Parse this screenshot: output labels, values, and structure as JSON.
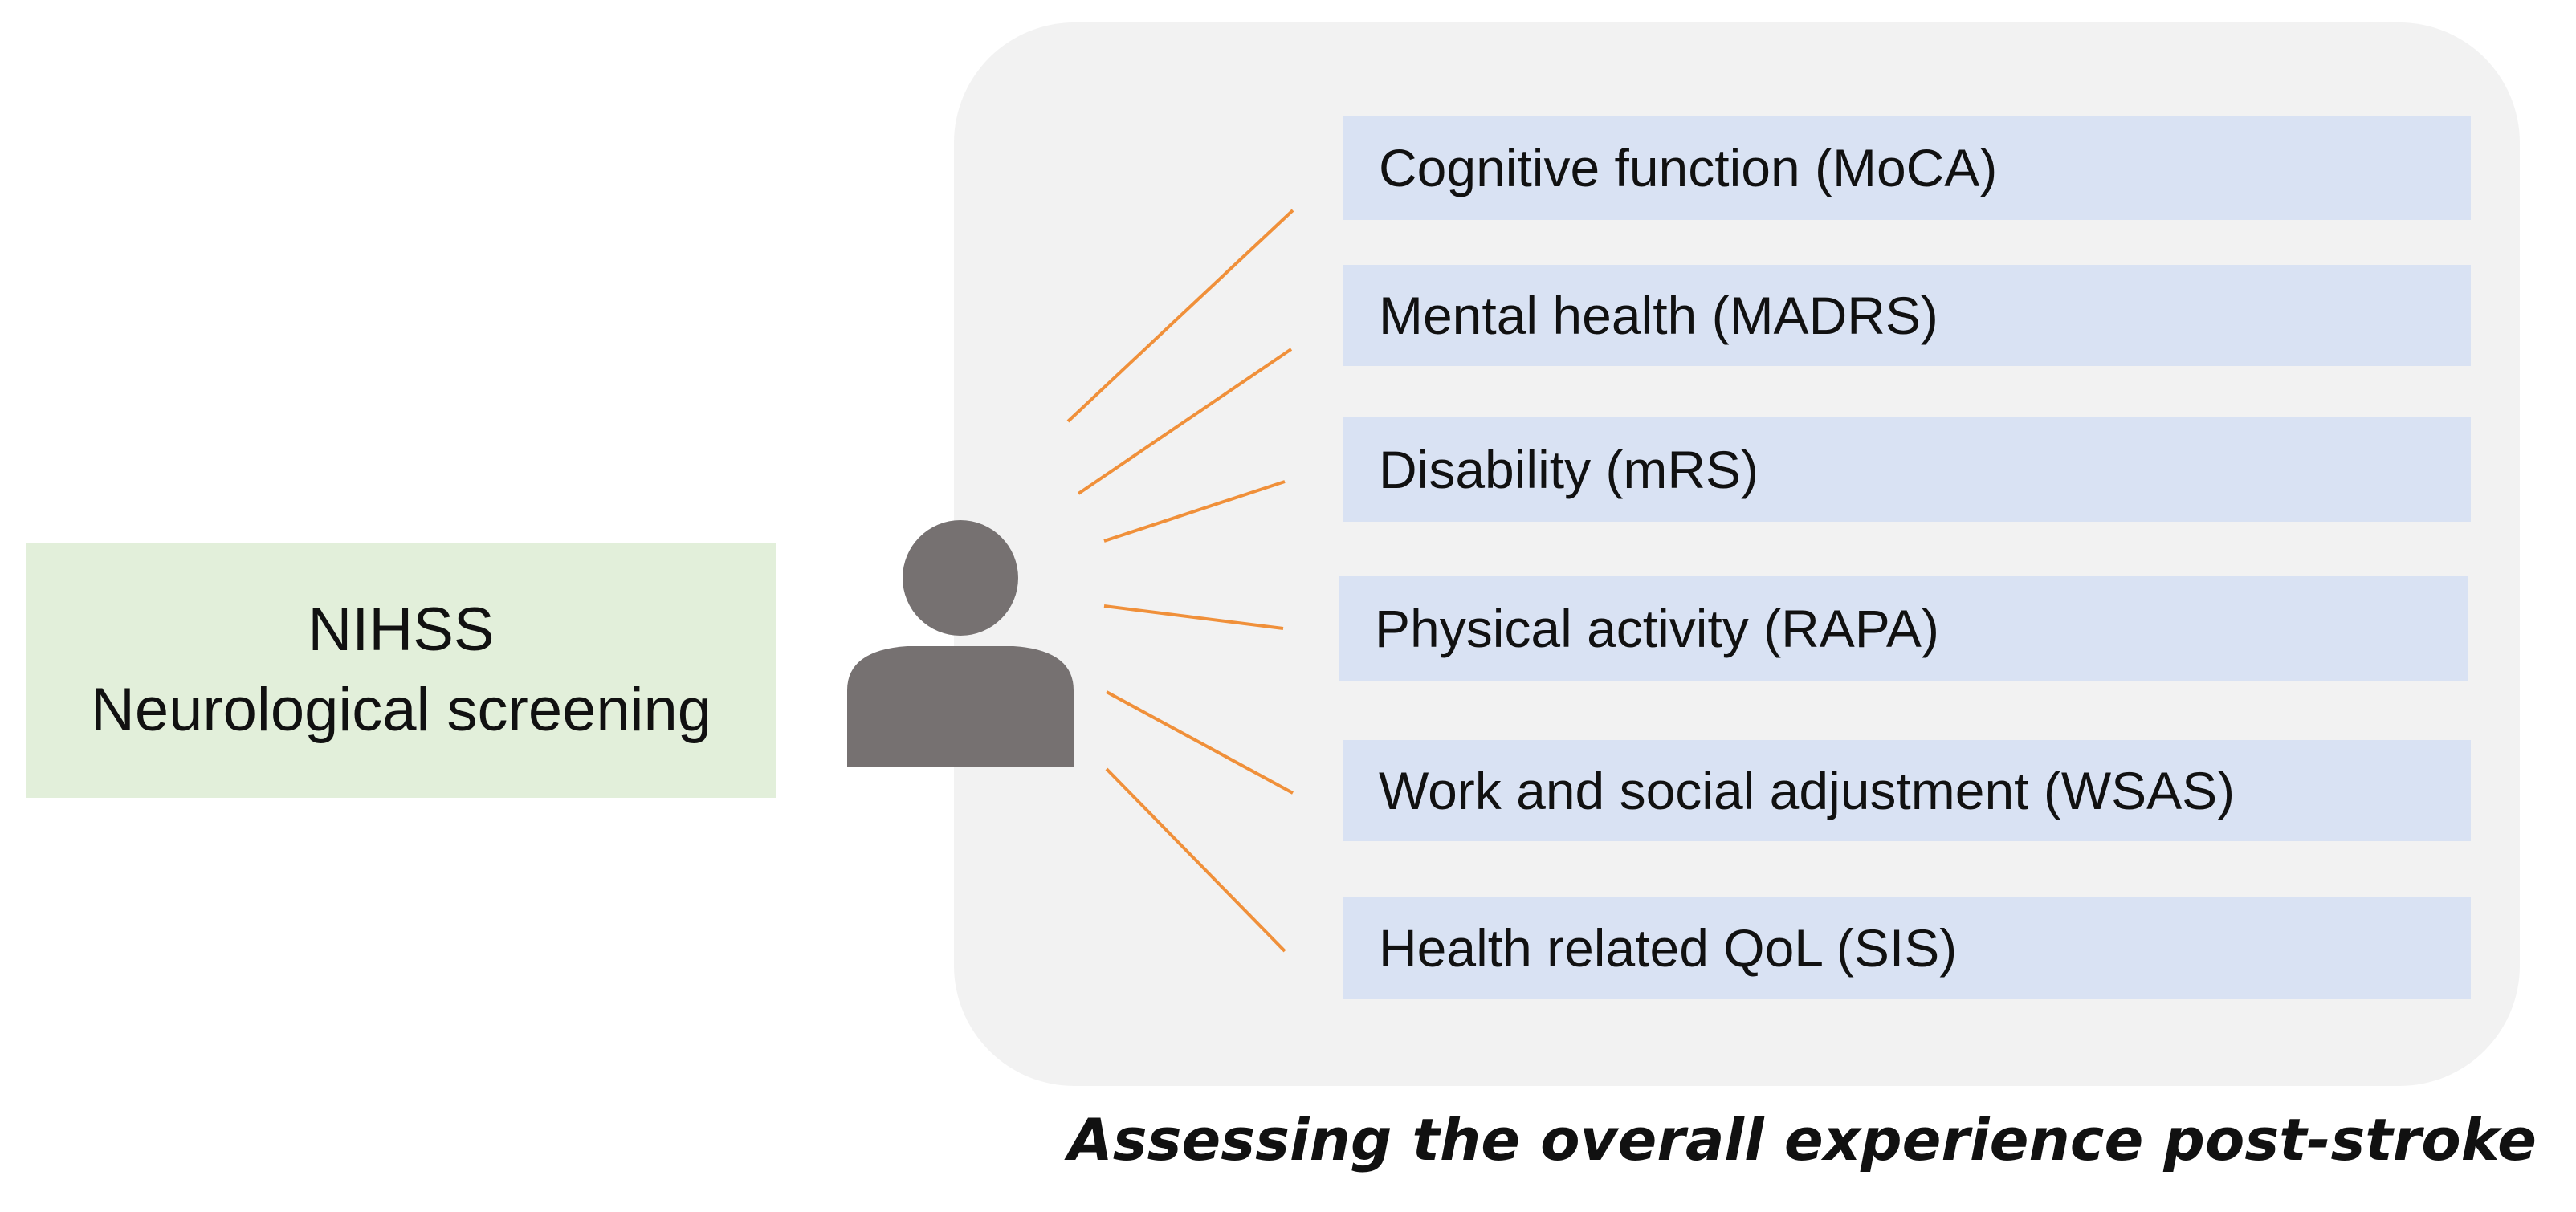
{
  "screening": {
    "line1": "NIHSS",
    "line2": "Neurological screening"
  },
  "icons": {
    "person": "person-icon"
  },
  "measures": [
    {
      "label": "Cognitive function (MoCA)"
    },
    {
      "label": "Mental health (MADRS)"
    },
    {
      "label": "Disability (mRS)"
    },
    {
      "label": "Physical activity (RAPA)"
    },
    {
      "label": "Work and social adjustment (WSAS)"
    },
    {
      "label": "Health related QoL (SIS)"
    }
  ],
  "caption": "Assessing the overall experience post-stroke",
  "colors": {
    "screening_fill": "#e2efda",
    "panel_fill": "#f2f2f2",
    "measure_fill": "#d9e2f3",
    "connector": "#f0903a",
    "person": "#767171"
  }
}
